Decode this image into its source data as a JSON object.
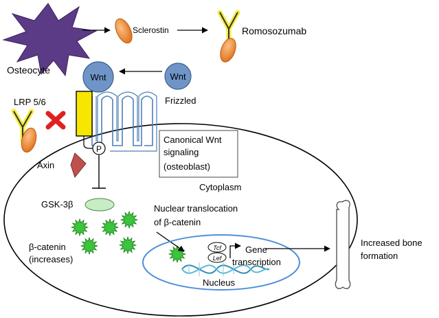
{
  "labels": {
    "osteocyte": "Osteocyte",
    "sclerostin": "Sclerostin",
    "romosozumab": "Romosozumab",
    "wnt_left": "Wnt",
    "wnt_right": "Wnt",
    "frizzled": "Frizzled",
    "lrp": "LRP 5/6",
    "phospho": "P",
    "axin": "Axin",
    "canonical_box": [
      "Canonical Wnt",
      "signaling",
      "(osteoblast)"
    ],
    "cytoplasm": "Cytoplasm",
    "gsk": "GSK-3β",
    "translocation": [
      "Nuclear translocation",
      "of β-catenin"
    ],
    "beta_catenin": [
      "β-catenin",
      "(increases)"
    ],
    "tcf": "Tcf",
    "lef": "Lef",
    "gene_transcription": [
      "Gene",
      "transcription"
    ],
    "nucleus": "Nucleus",
    "bone": [
      "Increased bone",
      "formation"
    ]
  },
  "colors": {
    "osteocyte_star": "#5b3a86",
    "sclerostin": "#f08a2c",
    "antibody_glow": "#f4ec3a",
    "wnt": "#6f95c8",
    "lrp_bar": "#f6e600",
    "frizzled_line": "#4c7fb8",
    "axin": "#c0504d",
    "gsk": "#c8ecc4",
    "beta_catenin": "#3cc43c",
    "nucleus": "#4f8fd8",
    "block_x": "#e02020"
  },
  "icons": {
    "osteocyte": "spiky-star",
    "block": "red-x",
    "bone": "bone-outline",
    "dna": "double-helix"
  }
}
